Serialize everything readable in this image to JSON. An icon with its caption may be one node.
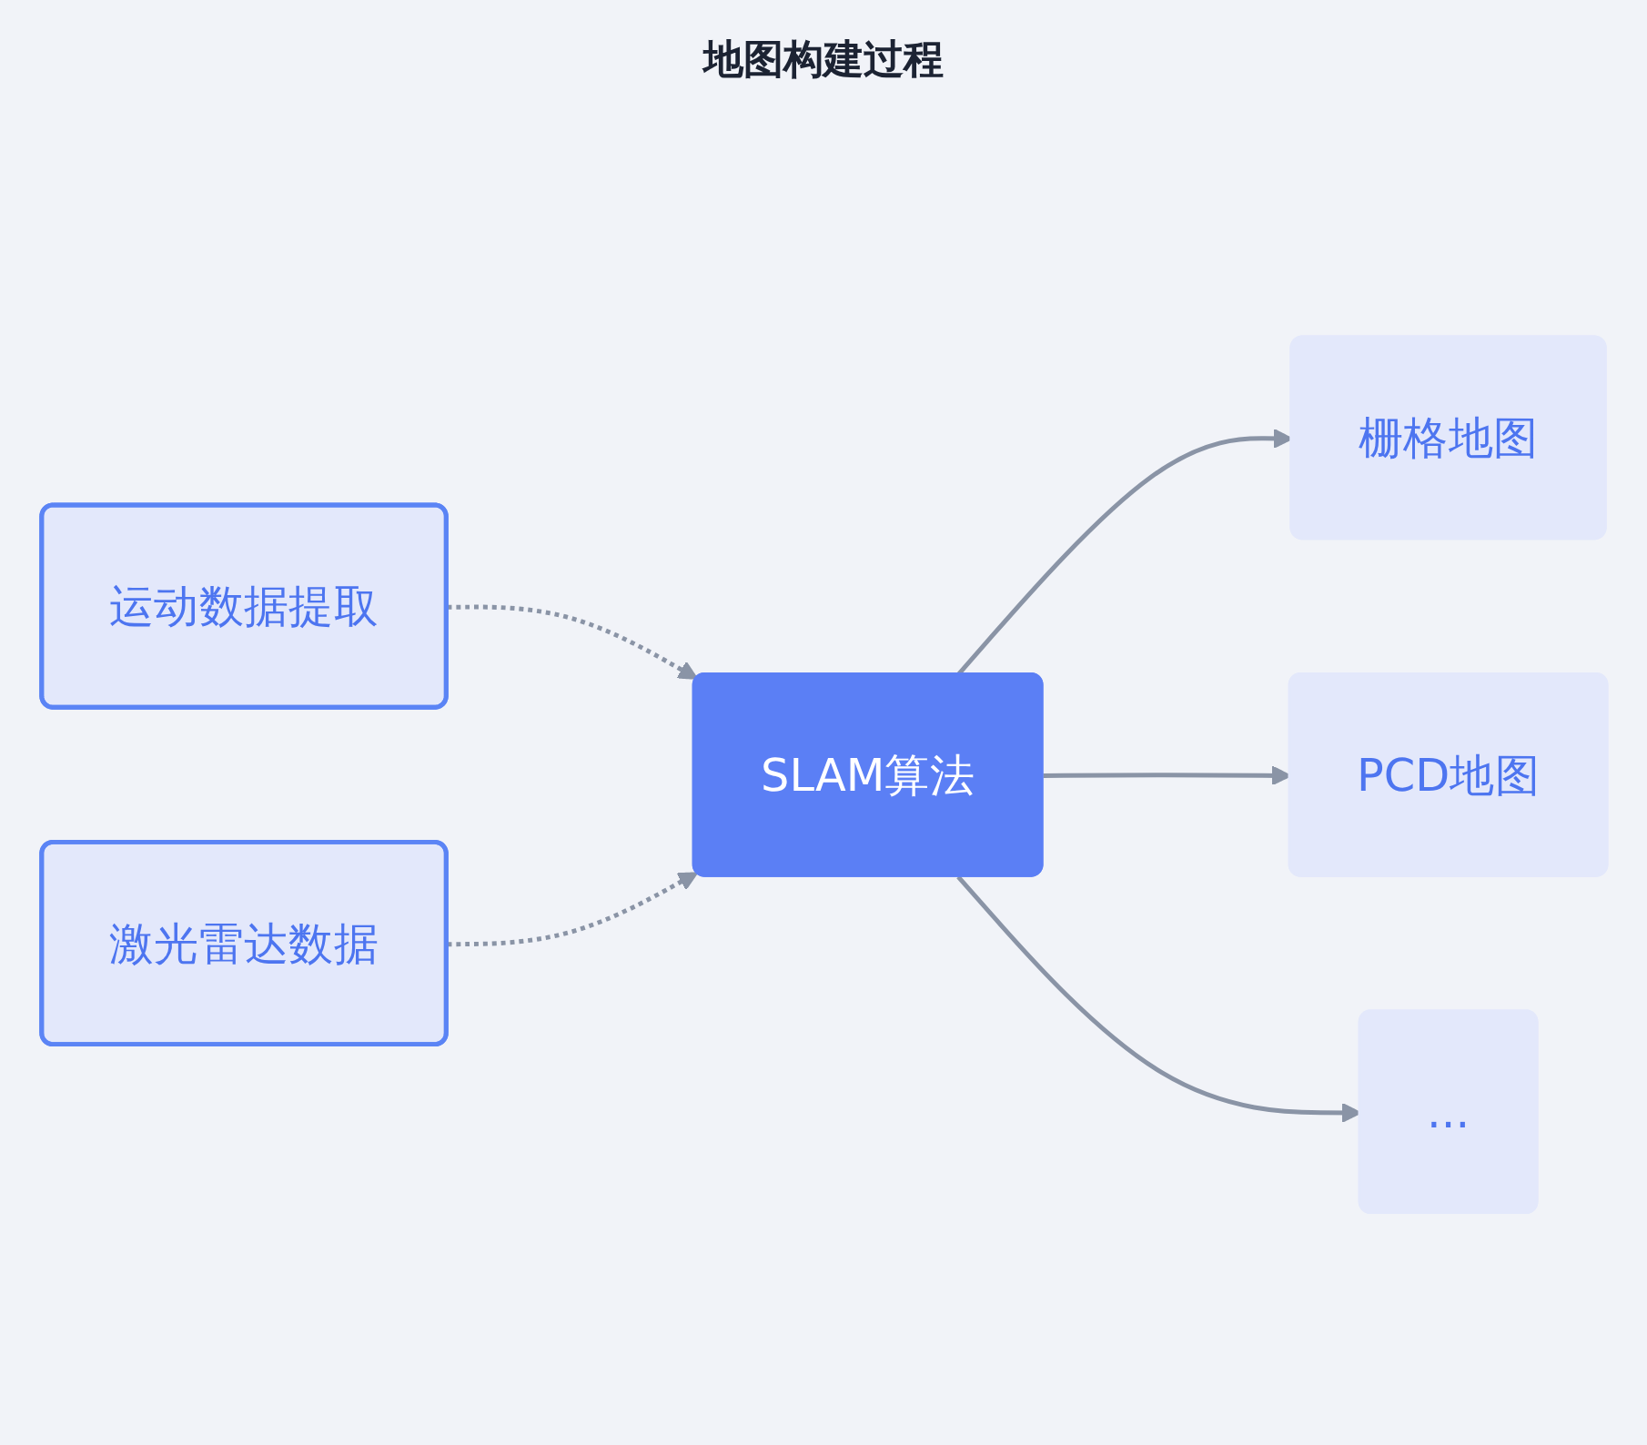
{
  "diagram": {
    "title": "地图构建过程",
    "nodes": [
      {
        "text": [
          "运动数据提取"
        ]
      },
      {
        "text": [
          "SLAM算法"
        ]
      },
      {
        "text": [
          "激光雷达数据"
        ]
      },
      {
        "text": [
          "栅格地图"
        ]
      },
      {
        "text": [
          "PCD地图"
        ]
      },
      {
        "text": [
          "..."
        ]
      }
    ],
    "edges": [
      {
        "from": 0,
        "to": 1,
        "arrow": "to",
        "style": "dashed"
      },
      {
        "from": 2,
        "to": 1,
        "arrow": "to",
        "style": "dashed"
      },
      {
        "from": 1,
        "to": 3,
        "arrow": "to"
      },
      {
        "from": 1,
        "to": 4,
        "arrow": "to"
      },
      {
        "from": 1,
        "to": 5,
        "arrow": "to"
      }
    ]
  }
}
